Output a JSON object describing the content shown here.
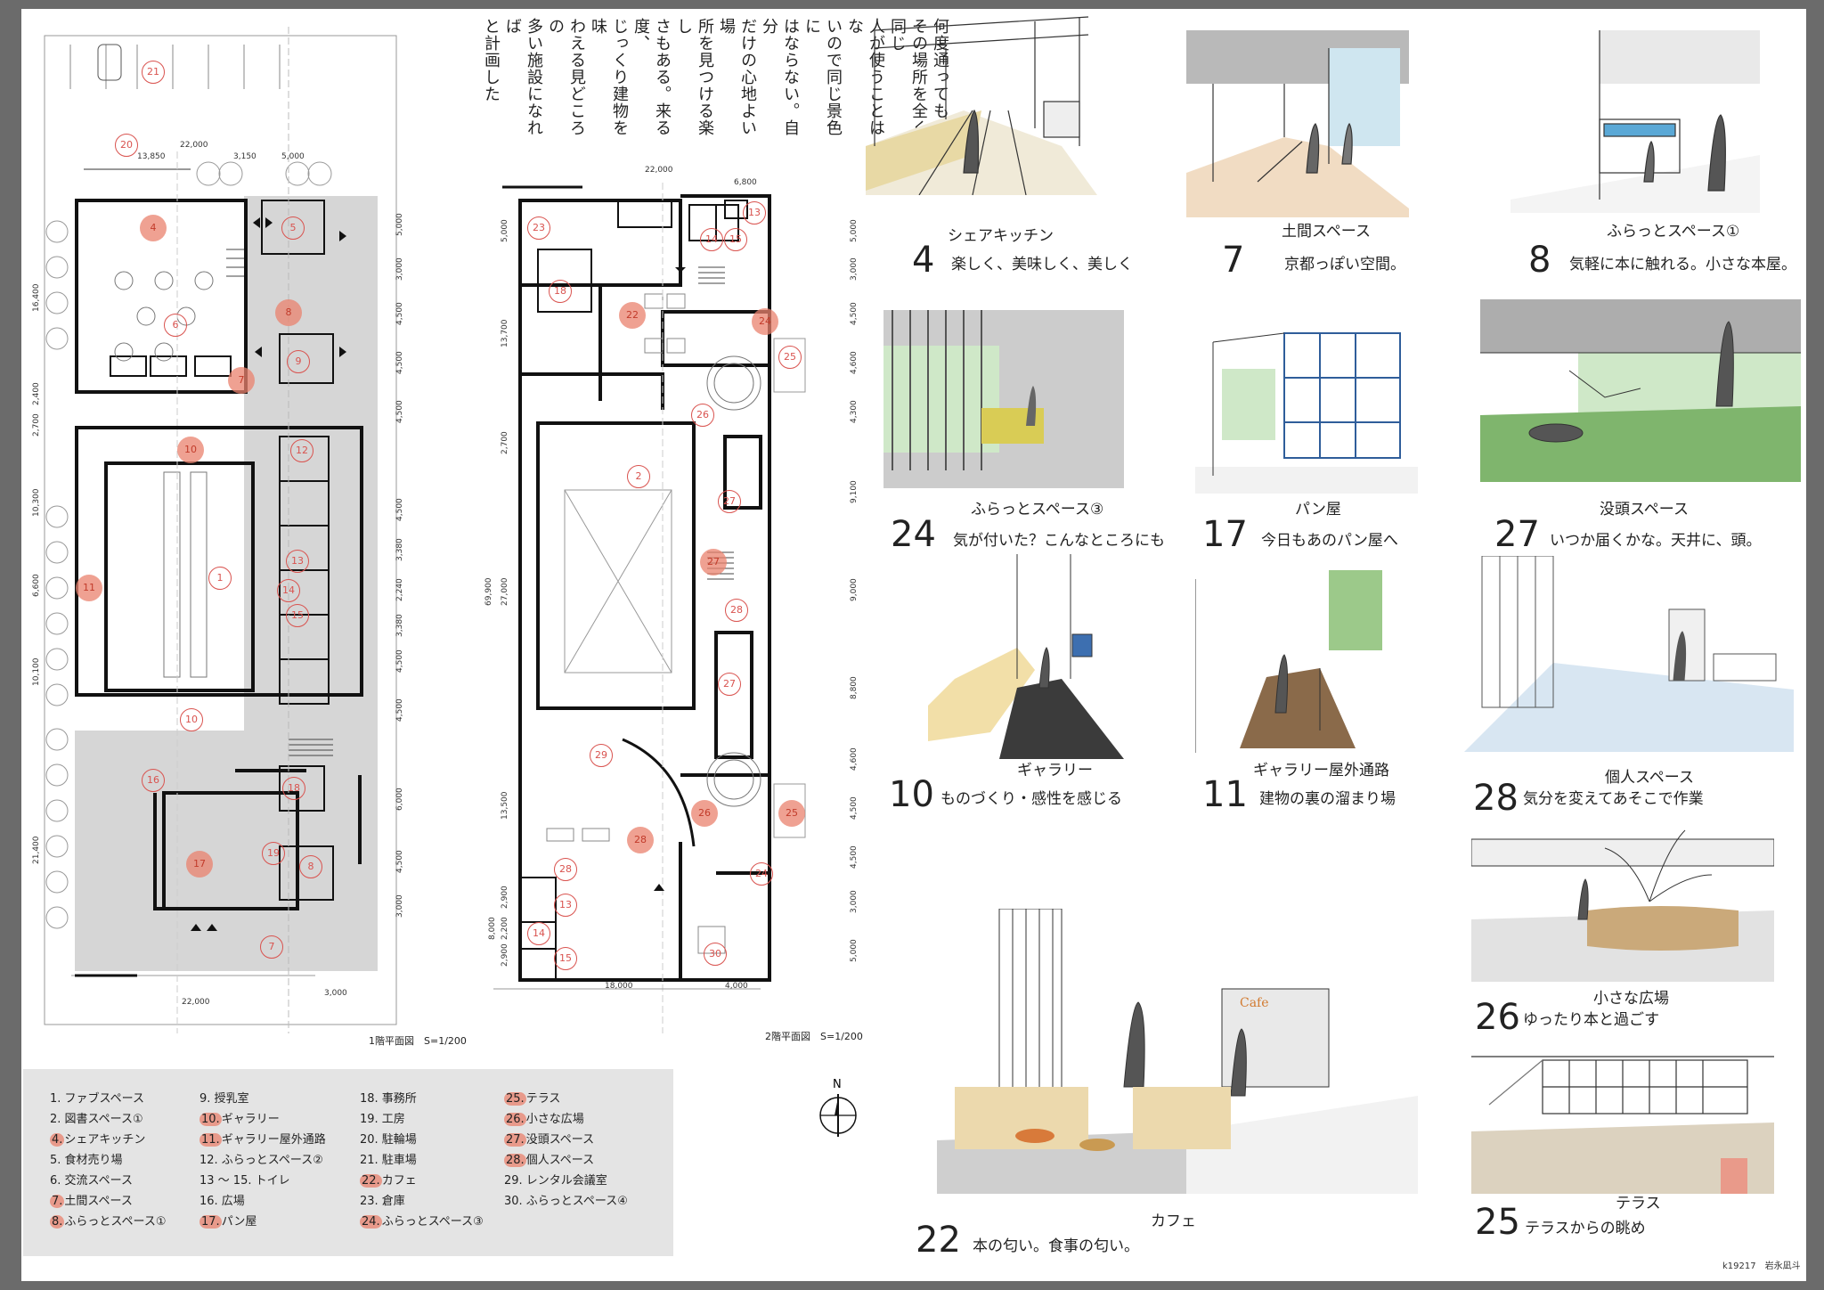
{
  "intro_text": [
    "何度通っても",
    "その場所を全く同じ",
    "人が使うことはな",
    "いので同じ景色に",
    "はならない。自分",
    "だけの心地よい場",
    "所を見つける楽し",
    "さもある。来る度、",
    "じっくり建物を味",
    "わえる見どころの",
    "多い施設になれば",
    "と計画した"
  ],
  "plans": {
    "floor1_title": "1階平面図　S=1/200",
    "floor2_title": "2階平面図　S=1/200",
    "north": "N",
    "floor1_dims_top": [
      "22,000",
      "13,850",
      "3,150",
      "5,000"
    ],
    "floor1_dims_bottom": [
      "22,000",
      "3,000"
    ],
    "floor1_dims_left": [
      "16,400",
      "2,700",
      "2,400",
      "10,300",
      "6,600",
      "10,100",
      "21,400"
    ],
    "floor1_dims_right": [
      "5,000",
      "3,000",
      "4,500",
      "4,500",
      "4,500",
      "4,500",
      "3,380",
      "2,240",
      "3,380",
      "4,500",
      "4,500",
      "6,000",
      "4,500",
      "3,000"
    ],
    "floor2_dims_top": [
      "22,000",
      "6,800"
    ],
    "floor2_dims_bottom": [
      "18,000",
      "4,000"
    ],
    "floor2_dims_left": [
      "5,000",
      "13,700",
      "2,700",
      "69,900",
      "27,000",
      "13,500",
      "2,900",
      "8,000",
      "2,200",
      "2,900"
    ],
    "floor2_dims_right": [
      "5,000",
      "3,000",
      "4,500",
      "4,600",
      "4,300",
      "9,100",
      "9,000",
      "8,800",
      "4,600",
      "4,500",
      "4,500",
      "3,000",
      "5,000"
    ],
    "floor1_rooms": [
      "21",
      "20",
      "4",
      "5",
      "6",
      "8",
      "9",
      "7",
      "10",
      "12",
      "1",
      "13",
      "14",
      "15",
      "11",
      "10",
      "16",
      "18",
      "17",
      "19",
      "8",
      "7"
    ],
    "floor2_rooms": [
      "23",
      "13",
      "14",
      "15",
      "18",
      "22",
      "24",
      "25",
      "26",
      "2",
      "27",
      "27",
      "28",
      "27",
      "29",
      "26",
      "25",
      "28",
      "28",
      "24",
      "13",
      "14",
      "15",
      "30"
    ]
  },
  "legend": {
    "col1": [
      {
        "t": "1. ファブスペース",
        "hl": false
      },
      {
        "t": "2. 図書スペース①",
        "hl": false
      },
      {
        "t": "シェアキッチン",
        "n": "4.",
        "hl": true
      },
      {
        "t": "5. 食材売り場",
        "hl": false
      },
      {
        "t": "6. 交流スペース",
        "hl": false
      },
      {
        "t": "土間スペース",
        "n": "7.",
        "hl": true
      },
      {
        "t": "ふらっとスペース①",
        "n": "8.",
        "hl": true
      }
    ],
    "col2": [
      {
        "t": "9. 授乳室",
        "hl": false
      },
      {
        "t": "ギャラリー",
        "n": "10.",
        "hl": true
      },
      {
        "t": "ギャラリー屋外通路",
        "n": "11.",
        "hl": true
      },
      {
        "t": "12. ふらっとスペース②",
        "hl": false
      },
      {
        "t": "13 〜 15. トイレ",
        "hl": false
      },
      {
        "t": "16. 広場",
        "hl": false
      },
      {
        "t": "パン屋",
        "n": "17.",
        "hl": true
      }
    ],
    "col3": [
      {
        "t": "18. 事務所",
        "hl": false
      },
      {
        "t": "19. 工房",
        "hl": false
      },
      {
        "t": "20. 駐輪場",
        "hl": false
      },
      {
        "t": "21. 駐車場",
        "hl": false
      },
      {
        "t": "カフェ",
        "n": "22.",
        "hl": true
      },
      {
        "t": "23. 倉庫",
        "hl": false
      },
      {
        "t": "ふらっとスペース③",
        "n": "24.",
        "hl": true
      }
    ],
    "col4": [
      {
        "t": "テラス",
        "n": "25.",
        "hl": true
      },
      {
        "t": "小さな広場",
        "n": "26.",
        "hl": true
      },
      {
        "t": "没頭スペース",
        "n": "27.",
        "hl": true
      },
      {
        "t": "個人スペース",
        "n": "28.",
        "hl": true
      },
      {
        "t": "29. レンタル会議室",
        "hl": false
      },
      {
        "t": "30. ふらっとスペース④",
        "hl": false
      }
    ]
  },
  "sketches": [
    {
      "title": "シェアキッチン",
      "num": "4",
      "caption": "楽しく、美味しく、美しく"
    },
    {
      "title": "土間スペース",
      "num": "7",
      "caption": "京都っぽい空間。"
    },
    {
      "title": "ふらっとスペース①",
      "num": "8",
      "caption": "気軽に本に触れる。小さな本屋。"
    },
    {
      "title": "ふらっとスペース③",
      "num": "24",
      "caption": "気が付いた？こんなところにも"
    },
    {
      "title": "パン屋",
      "num": "17",
      "caption": "今日もあのパン屋へ"
    },
    {
      "title": "没頭スペース",
      "num": "27",
      "caption": "いつか届くかな。天井に、頭。"
    },
    {
      "title": "ギャラリー",
      "num": "10",
      "caption": "ものづくり・感性を感じる"
    },
    {
      "title": "ギャラリー屋外通路",
      "num": "11",
      "caption": "建物の裏の溜まり場"
    },
    {
      "title": "個人スペース",
      "num": "28",
      "caption": "気分を変えてあそこで作業"
    },
    {
      "title": "小さな広場",
      "num": "26",
      "caption": "ゆったり本と過ごす"
    },
    {
      "title": "カフェ",
      "num": "22",
      "caption": "本の匂い。食事の匂い。"
    },
    {
      "title": "テラス",
      "num": "25",
      "caption": "テラスからの眺め"
    }
  ],
  "cafe_sign": "Cafe",
  "author": "k19217　岩永凪斗",
  "colors": {
    "accent": "#e9826e",
    "wall": "#111111",
    "floor_grey": "#d6d6d6",
    "legend_bg": "#e4e4e4"
  }
}
